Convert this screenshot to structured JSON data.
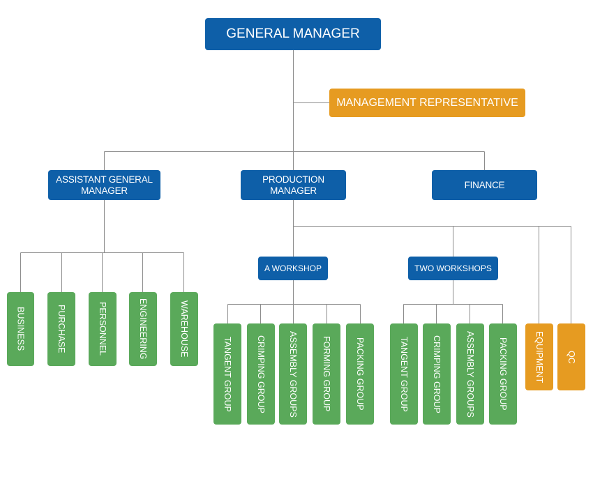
{
  "nodes": {
    "general_manager": "GENERAL MANAGER",
    "management_representative": "MANAGEMENT REPRESENTATIVE",
    "assistant_general_manager": "ASSISTANT GENERAL MANAGER",
    "production_manager": "PRODUCTION MANAGER",
    "finance": "FINANCE",
    "a_workshop": "A WORKSHOP",
    "two_workshops": "TWO WORKSHOPS",
    "business": "BUSINESS",
    "purchase": "PURCHASE",
    "personnel": "PERSONNEL",
    "engineering": "ENGINEERING",
    "warehouse": "WAREHOUSE",
    "a_tangent_group": "TANGENT GROUP",
    "a_crimping_group": "CRIMPING GROUP",
    "a_assembly_groups": "ASSEMBLY GROUPS",
    "a_forming_group": "FORMING GROUP",
    "a_packing_group": "PACKING GROUP",
    "b_tangent_group": "TANGENT GROUP",
    "b_crimping_group": "CRIMPING GROUP",
    "b_assembly_groups": "ASSEMBLY GROUPS",
    "b_packing_group": "PACKING GROUP",
    "equipment": "EQUIPMENT",
    "qc": "QC"
  },
  "colors": {
    "manager": "#0e5fa8",
    "staff": "#e69b21",
    "group": "#5aa95a",
    "connector": "#8c8c8c"
  }
}
